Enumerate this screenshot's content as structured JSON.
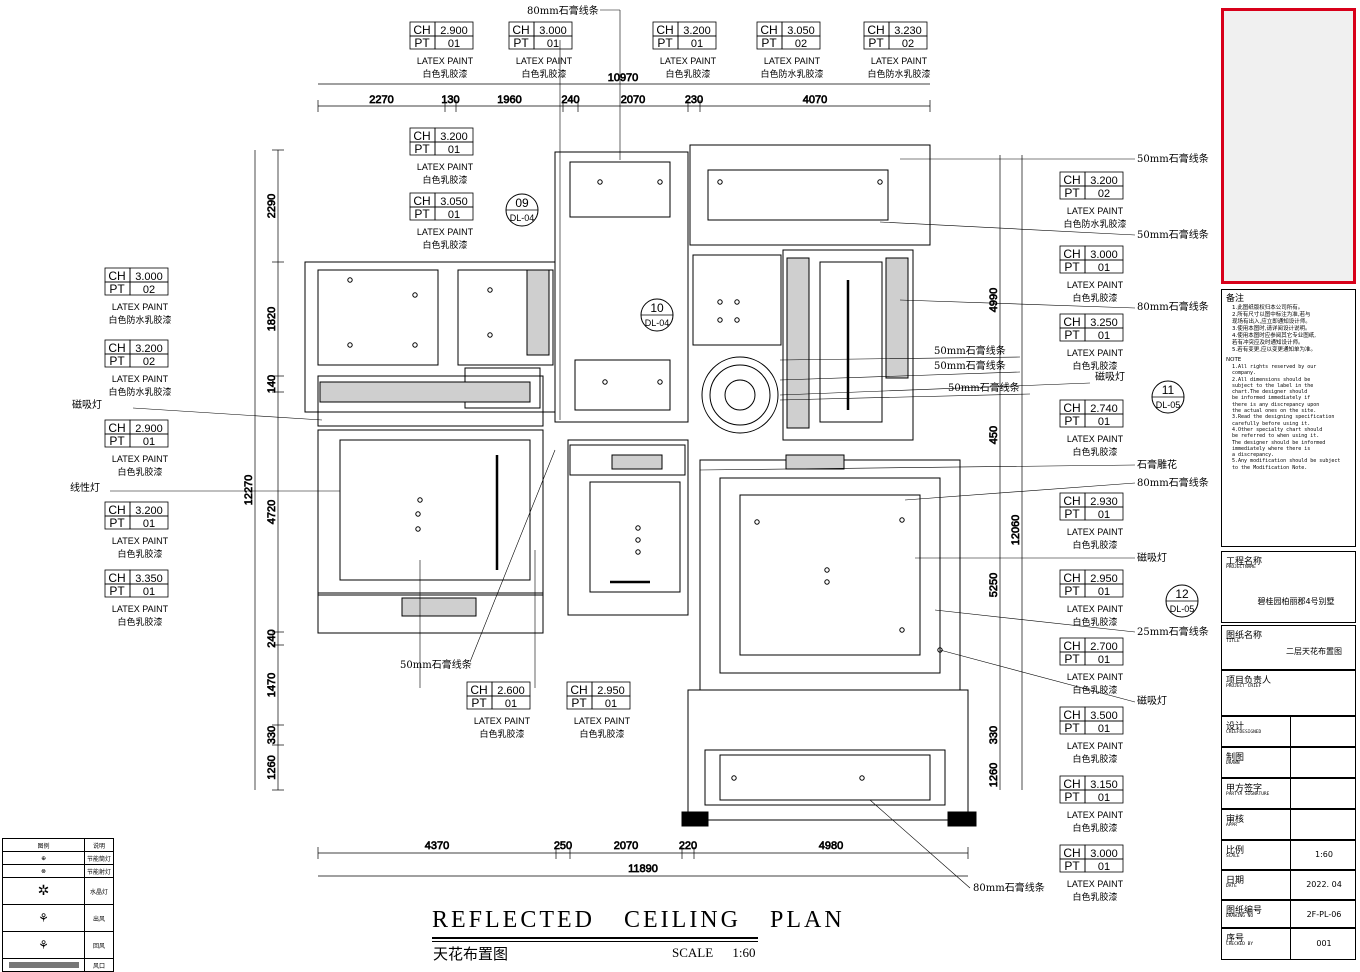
{
  "drawing": {
    "title_en": "REFLECTED CEILING PLAN",
    "title_cn": "天花布置图",
    "scale_label": "SCALE",
    "scale_value": "1:60"
  },
  "top_dimensions": {
    "overall": "10970",
    "segments": [
      "2270",
      "130",
      "1960",
      "240",
      "2070",
      "230",
      "4070"
    ]
  },
  "bottom_dimensions": {
    "overall": "11890",
    "segments": [
      "4370",
      "250",
      "2070",
      "220",
      "4980"
    ]
  },
  "left_dimensions": {
    "overall": "12270",
    "segments": [
      "2290",
      "1820",
      "140",
      "4720",
      "240",
      "1470",
      "330",
      "1260"
    ]
  },
  "right_dimensions": {
    "segments": [
      "4990",
      "450",
      "12060",
      "5250",
      "330",
      "1260"
    ]
  },
  "ceiling_tags": [
    {
      "ch_label": "CH",
      "ch": "2.900",
      "pt_label": "PT",
      "pt": "01",
      "en": "LATEX PAINT",
      "cn": "白色乳胶漆"
    },
    {
      "ch_label": "CH",
      "ch": "3.000",
      "pt_label": "PT",
      "pt": "01",
      "en": "LATEX PAINT",
      "cn": "白色乳胶漆"
    },
    {
      "ch_label": "CH",
      "ch": "3.200",
      "pt_label": "PT",
      "pt": "01",
      "en": "LATEX PAINT",
      "cn": "白色乳胶漆"
    },
    {
      "ch_label": "CH",
      "ch": "3.050",
      "pt_label": "PT",
      "pt": "02",
      "en": "LATEX PAINT",
      "cn": "白色防水乳胶漆"
    },
    {
      "ch_label": "CH",
      "ch": "3.230",
      "pt_label": "PT",
      "pt": "02",
      "en": "LATEX PAINT",
      "cn": "白色防水乳胶漆"
    },
    {
      "ch_label": "CH",
      "ch": "3.200",
      "pt_label": "PT",
      "pt": "01",
      "en": "LATEX PAINT",
      "cn": "白色乳胶漆"
    },
    {
      "ch_label": "CH",
      "ch": "3.050",
      "pt_label": "PT",
      "pt": "01",
      "en": "LATEX PAINT",
      "cn": "白色乳胶漆"
    },
    {
      "ch_label": "CH",
      "ch": "3.000",
      "pt_label": "PT",
      "pt": "02",
      "en": "LATEX PAINT",
      "cn": "白色防水乳胶漆"
    },
    {
      "ch_label": "CH",
      "ch": "3.200",
      "pt_label": "PT",
      "pt": "02",
      "en": "LATEX PAINT",
      "cn": "白色防水乳胶漆"
    },
    {
      "ch_label": "CH",
      "ch": "2.900",
      "pt_label": "PT",
      "pt": "01",
      "en": "LATEX PAINT",
      "cn": "白色乳胶漆"
    },
    {
      "ch_label": "CH",
      "ch": "3.200",
      "pt_label": "PT",
      "pt": "01",
      "en": "LATEX PAINT",
      "cn": "白色乳胶漆"
    },
    {
      "ch_label": "CH",
      "ch": "3.350",
      "pt_label": "PT",
      "pt": "01",
      "en": "LATEX PAINT",
      "cn": "白色乳胶漆"
    },
    {
      "ch_label": "CH",
      "ch": "2.600",
      "pt_label": "PT",
      "pt": "01",
      "en": "LATEX PAINT",
      "cn": "白色乳胶漆"
    },
    {
      "ch_label": "CH",
      "ch": "2.950",
      "pt_label": "PT",
      "pt": "01",
      "en": "LATEX PAINT",
      "cn": "白色乳胶漆"
    },
    {
      "ch_label": "CH",
      "ch": "3.200",
      "pt_label": "PT",
      "pt": "02",
      "en": "LATEX PAINT",
      "cn": "白色防水乳胶漆"
    },
    {
      "ch_label": "CH",
      "ch": "3.000",
      "pt_label": "PT",
      "pt": "01",
      "en": "LATEX PAINT",
      "cn": "白色乳胶漆"
    },
    {
      "ch_label": "CH",
      "ch": "3.250",
      "pt_label": "PT",
      "pt": "01",
      "en": "LATEX PAINT",
      "cn": "白色乳胶漆"
    },
    {
      "ch_label": "CH",
      "ch": "2.740",
      "pt_label": "PT",
      "pt": "01",
      "en": "LATEX PAINT",
      "cn": "白色乳胶漆"
    },
    {
      "ch_label": "CH",
      "ch": "2.930",
      "pt_label": "PT",
      "pt": "01",
      "en": "LATEX PAINT",
      "cn": "白色乳胶漆"
    },
    {
      "ch_label": "CH",
      "ch": "2.950",
      "pt_label": "PT",
      "pt": "01",
      "en": "LATEX PAINT",
      "cn": "白色乳胶漆"
    },
    {
      "ch_label": "CH",
      "ch": "2.700",
      "pt_label": "PT",
      "pt": "01",
      "en": "LATEX PAINT",
      "cn": "白色乳胶漆"
    },
    {
      "ch_label": "CH",
      "ch": "3.500",
      "pt_label": "PT",
      "pt": "01",
      "en": "LATEX PAINT",
      "cn": "白色乳胶漆"
    },
    {
      "ch_label": "CH",
      "ch": "3.150",
      "pt_label": "PT",
      "pt": "01",
      "en": "LATEX PAINT",
      "cn": "白色乳胶漆"
    },
    {
      "ch_label": "CH",
      "ch": "3.000",
      "pt_label": "PT",
      "pt": "01",
      "en": "LATEX PAINT",
      "cn": "白色乳胶漆"
    }
  ],
  "callouts": [
    "80mm石膏线条",
    "磁吸灯",
    "线性灯",
    "50mm石膏线条",
    "50mm石膏线条",
    "50mm石膏线条",
    "80mm石膏线条",
    "50mm石膏线条",
    "50mm石膏线条",
    "磁吸灯",
    "50mm石膏线条",
    "石膏雕花",
    "80mm石膏线条",
    "磁吸灯",
    "25mm石膏线条",
    "磁吸灯",
    "80mm石膏线条"
  ],
  "section_marks": [
    {
      "num": "09",
      "ref": "DL-04"
    },
    {
      "num": "10",
      "ref": "DL-04"
    },
    {
      "num": "11",
      "ref": "DL-05"
    },
    {
      "num": "12",
      "ref": "DL-05"
    }
  ],
  "legend": {
    "header_symbol": "图例",
    "header_desc": "说明",
    "items": [
      "节能筒灯",
      "节能射灯",
      "水晶灯",
      "出风",
      "回风",
      "风口"
    ]
  },
  "title_block": {
    "notes_title": "备注",
    "notes_cn": "1.此图纸版权归本公司所有。\n2.所有尺寸以图中标注为准,若与\n  现场有出入,应立即通知设计师。\n3.使用本图时,请详阅设计说明。\n4.使用本图时应参阅其它专业图纸,\n  若有冲突应及时通知设计师。\n5.若有变更,应以变更通知单为准。",
    "notes_en_title": "NOTE",
    "notes_en": "1.All rights reserved by our\n  company.\n2.All dimensions should be\n  subject to the label in the\n  chart.The designer  should\n  be informed immediately if\n  there is any discrepancy upon\n  the actual ones on the site.\n3.Read the designing specification\n  carefully before using  it.\n4.Other specialty chart should\n  be referred to when using  it.\n  The designer  should  be informed\n  immediately where there is\n  a discrepancy.\n5.Any modification should be subject\n  to the Modification Note.",
    "project_label": "工程名称",
    "project_sub": "PROJECTNAME",
    "project_value": "碧桂园柏丽郡4号别墅",
    "title_label": "图纸名称",
    "title_sub": "TITLE",
    "title_value": "二层天花布置图",
    "chief_label": "项目负责人",
    "chief_sub": "PROJECT CHIEF",
    "designer_label": "设计",
    "designer_sub": "CHIEFDESIGNED",
    "drawn_label": "制图",
    "drawn_sub": "DRAWN",
    "partya_label": "甲方签字",
    "partya_sub": "PARTYA SIGNATURE",
    "appr_label": "审核",
    "appr_sub": "APPR",
    "scale_label": "比例",
    "scale_sub": "SCALE",
    "scale_value": "1:60",
    "date_label": "日期",
    "date_sub": "DATE",
    "date_value": "2022. 04",
    "drawing_no_label": "图纸编号",
    "drawing_no_sub": "DRAWING NO",
    "drawing_no_value": "2F-PL-06",
    "seq_label": "序号",
    "seq_sub": "CHECKED BY",
    "seq_value": "001"
  },
  "colors": {
    "line": "#000000",
    "frame_accent": "#d8001a"
  }
}
